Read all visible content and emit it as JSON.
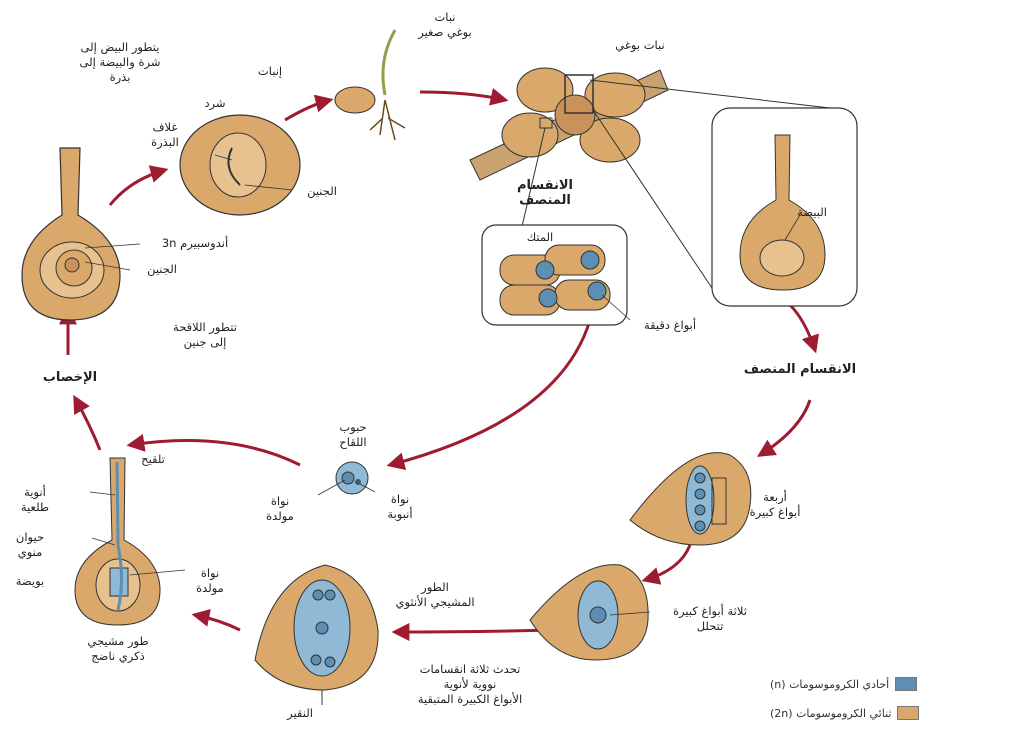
{
  "colors": {
    "tan": "#d9a86a",
    "tan_dark": "#b07a3a",
    "blue": "#5d8fb5",
    "blue_light": "#8fb9d4",
    "arrow": "#9e1b32",
    "outline": "#333333",
    "bg": "#f7f2ea"
  },
  "labels": {
    "seed_dev": "يتطور البيض إلى\nشرة والبيضة إلى\nبذرة",
    "germination": "إنبات",
    "seed_coat": "غلاف\nالبذرة",
    "crust": "شرد",
    "embryo_seed": "الجنين",
    "seedling": "نبات\nبوغي صغير",
    "sporophyte": "نبات بوغي",
    "meiosis_anther": "الانقسام\nالمنصف",
    "anther": "المتك",
    "microspores": "أبواغ دقيقة",
    "ovule_right": "البيضة",
    "meiosis_right": "الانقسام المنصف",
    "megaspores4": "أربعة\nأبواغ كبيرة",
    "three_degenerate": "ثلاثة أبواغ كبيرة\nتتحلل",
    "female_gam": "الطور\nالمشيجي الأنثوي",
    "three_divisions": "تحدث ثلاثة انقسامات\nنووية لأنوية\nالأبواغ الكبيرة المتبقية",
    "micropyle": "النقير",
    "male_gam": "طور مشيجي\nذكري ناضج",
    "gen_nucleus_b": "نواة\nمولدة",
    "sperm": "حيوان\nمنوي",
    "egg_lbl": "بويضة",
    "tube_nuclei": "أنوية\nطلعية",
    "stigma": "تلقيح",
    "fertilization": "الإخصاب",
    "zygote_dev": "تتطور اللاقحة\nإلى جنين",
    "endosperm": "أندوسبيرم 3n",
    "embryo_left": "الجنين",
    "pollen": "حبوب\nاللقاح",
    "gen_nucleus": "نواة\nمولدة",
    "tube_nucleus": "نواة\nأنبوبة"
  },
  "legend": {
    "haploid": "أحادي الكروموسومات (n)",
    "diploid": "ثنائي الكروموسومات (2n)"
  }
}
